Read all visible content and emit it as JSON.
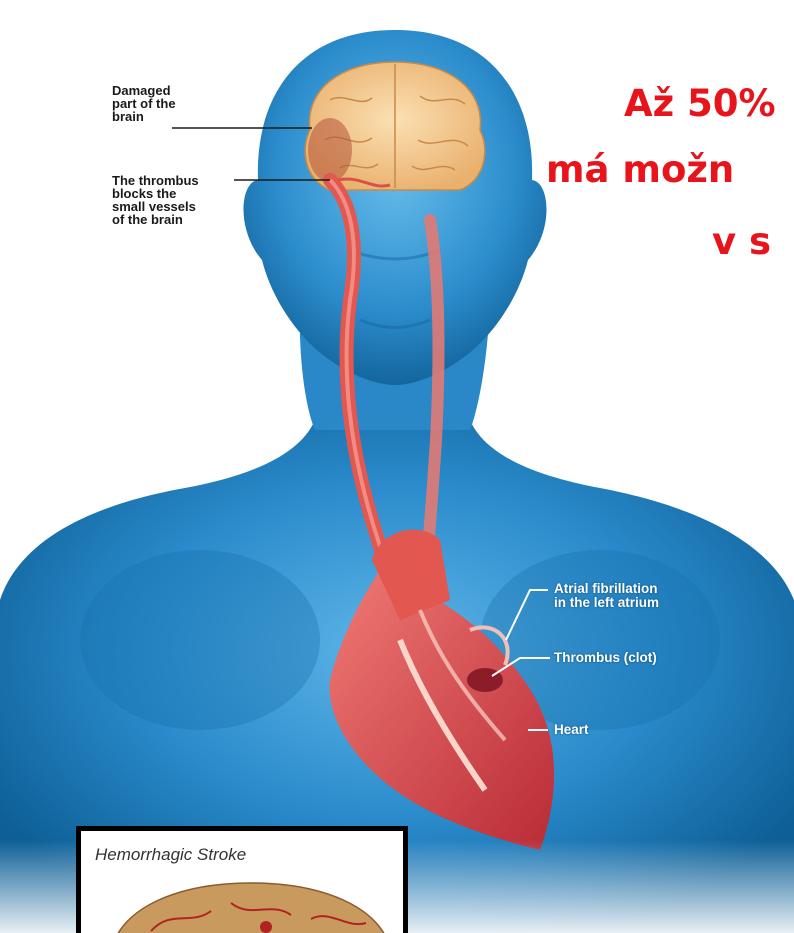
{
  "headline": {
    "line1": "Až 50%",
    "line2": "má možn",
    "line3": "v s",
    "color": "#e8141c"
  },
  "labels": {
    "damaged": [
      "Damaged",
      "part of the",
      "brain"
    ],
    "thrombus_brain": [
      "The thrombus",
      "blocks the",
      "small vessels",
      "of the brain"
    ],
    "atrial": [
      "Atrial fibrillation",
      "in the left atrium"
    ],
    "clot": "Thrombus (clot)",
    "heart": "Heart"
  },
  "inset": {
    "title": "Hemorrhagic Stroke"
  },
  "colors": {
    "body": "#1f86c6",
    "body_dark": "#0b4f7f",
    "brain": "#f2c68a",
    "heart": "#d8424a",
    "vessel": "#e2574f",
    "headline": "#e8141c"
  }
}
